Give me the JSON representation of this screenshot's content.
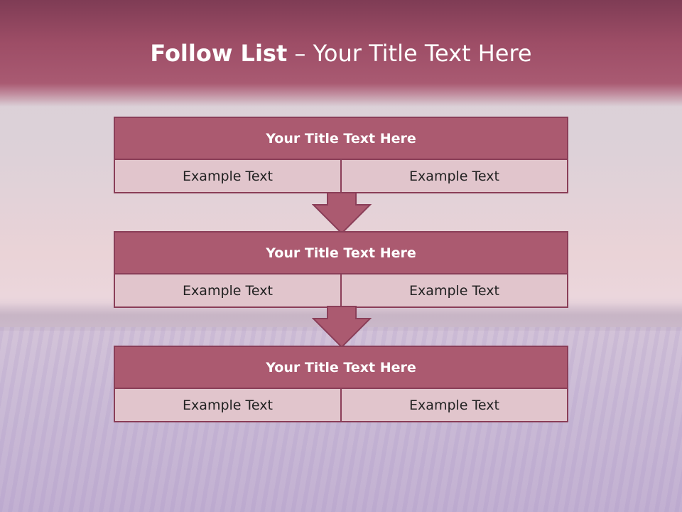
{
  "title": {
    "bold": "Follow List",
    "rest": " – Your Title Text Here"
  },
  "steps": [
    {
      "title": "Your Title Text Here",
      "left": "Example Text",
      "right": "Example Text"
    },
    {
      "title": "Your Title Text Here",
      "left": "Example Text",
      "right": "Example Text"
    },
    {
      "title": "Your Title Text Here",
      "left": "Example Text",
      "right": "Example Text"
    }
  ],
  "colors": {
    "header": "#a95a72",
    "box_head": "#ab5a70",
    "cell": "#e1c5cc",
    "border": "#8a3e58"
  }
}
